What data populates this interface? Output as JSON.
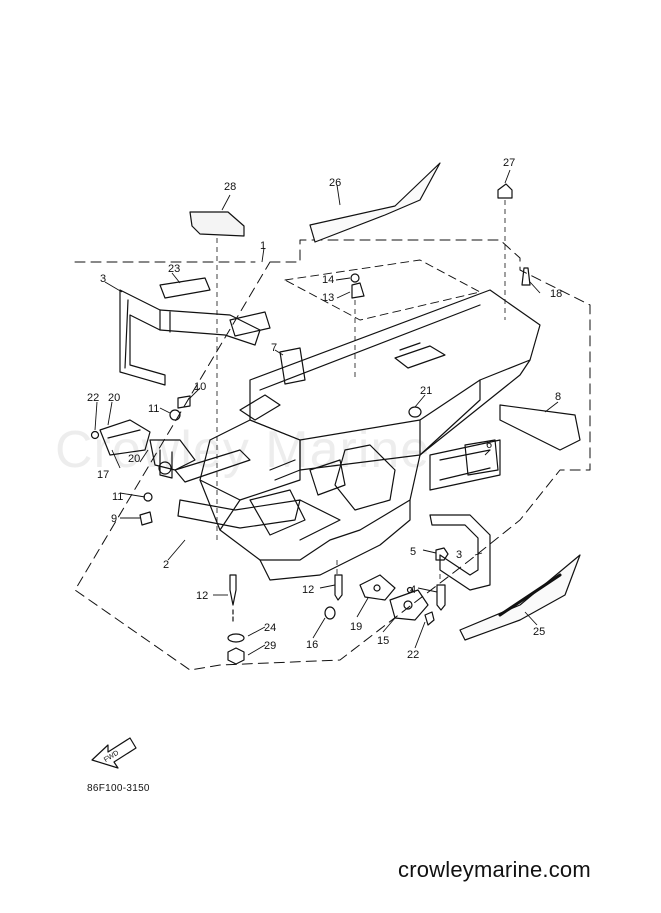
{
  "diagram": {
    "code": "86F100-3150",
    "fwd_label": "FWD",
    "parts": [
      "1",
      "2",
      "3",
      "3",
      "4",
      "5",
      "6",
      "7",
      "8",
      "9",
      "10",
      "11",
      "11",
      "12",
      "12",
      "13",
      "14",
      "15",
      "16",
      "17",
      "18",
      "19",
      "20",
      "20",
      "21",
      "22",
      "22",
      "23",
      "24",
      "25",
      "26",
      "27",
      "28",
      "29"
    ]
  },
  "watermark": {
    "site": "crowleymarine.com",
    "ghost": "Crowley Marine"
  },
  "colors": {
    "ink": "#111111",
    "paper": "#ffffff"
  }
}
